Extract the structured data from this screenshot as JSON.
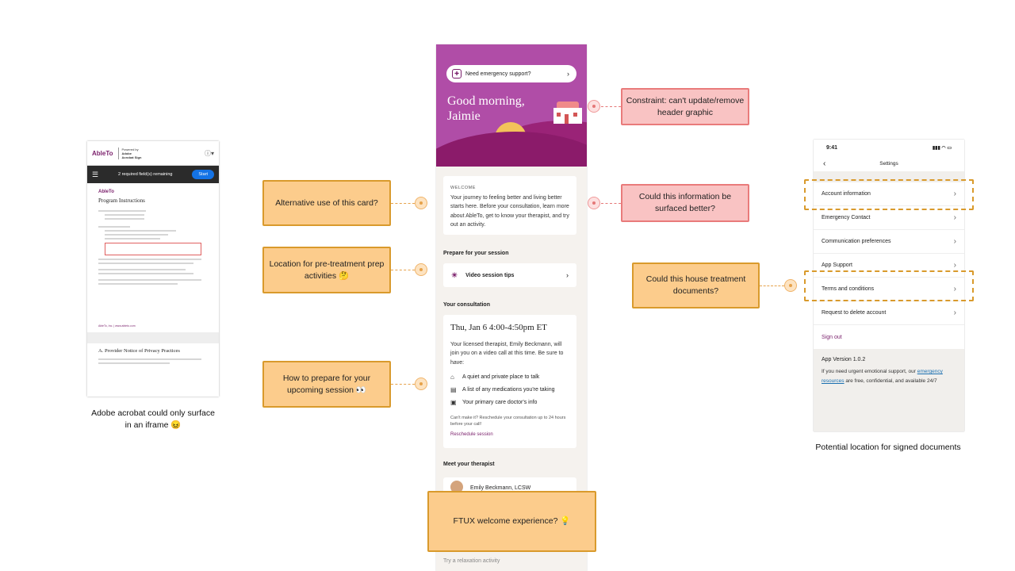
{
  "acrobat": {
    "logo": "AbleTo",
    "powered_by": "Powered by",
    "powered_name": "Adobe",
    "powered_product": "Acrobat Sign",
    "help_icon": "help-circle-icon",
    "menu_icon": "hamburger-icon",
    "required_fields": "2 required field(s) remaining",
    "start_label": "Start",
    "doc_logo": "AbleTo",
    "doc_title": "Program Instructions",
    "section_title": "A.   Provider Notice of Privacy Practices",
    "footer": "AbleTo, Inc.  |  www.ableto.com"
  },
  "caption_left": "Adobe acrobat could only surface in an iframe 😖",
  "phone": {
    "emergency": {
      "label": "Need emergency support?",
      "icon": "emergency-icon",
      "chevron": "›"
    },
    "greeting": "Good morning, Jaimie",
    "welcome": {
      "kicker": "WELCOME",
      "text": "Your journey to feeling better and living better starts here. Before your consultation, learn more about AbleTo, get to know your therapist, and try out an activity."
    },
    "prepare_title": "Prepare for your session",
    "video_tips": {
      "label": "Video session tips",
      "icon": "lightbulb-icon",
      "chevron": "›"
    },
    "consult_title": "Your consultation",
    "consult": {
      "when": "Thu, Jan 6 4:00-4:50pm ET",
      "desc": "Your licensed therapist, Emily Beckmann, will join you on a video call at this time. Be sure to have:",
      "items": [
        {
          "icon": "home-icon",
          "glyph": "⌂",
          "label": "A quiet and private place to talk"
        },
        {
          "icon": "clipboard-icon",
          "glyph": "▤",
          "label": "A list of any medications you're taking"
        },
        {
          "icon": "id-card-icon",
          "glyph": "▣",
          "label": "Your primary care doctor's info"
        }
      ],
      "cant_make": "Can't make it? Reschedule your consultation up to 24 hours before your call!",
      "reschedule": "Reschedule session"
    },
    "meet_title": "Meet your therapist",
    "therapist_name": "Emily Beckmann, LCSW",
    "relax": "Try a relaxation activity"
  },
  "settings": {
    "time": "9:41",
    "signal": "▮▮▮ ◠ ▭",
    "back": "‹",
    "title": "Settings",
    "rows": [
      {
        "label": "Account information",
        "chevron": "›"
      },
      {
        "label": "Emergency Contact",
        "chevron": "›"
      },
      {
        "label": "Communication preferences",
        "chevron": "›"
      },
      {
        "label": "App Support",
        "chevron": "›"
      },
      {
        "label": "Terms and conditions",
        "chevron": "›"
      },
      {
        "label": "Request to delete account",
        "chevron": "›"
      }
    ],
    "sign_out": "Sign out",
    "version": "App Version 1.0.2",
    "urgent_pre": "If you need urgent emotional support, our",
    "urgent_link": "emergency resources",
    "urgent_post": "are free, confidential, and available 24/7"
  },
  "caption_right": "Potential location for signed documents",
  "notes": {
    "constraint": "Constraint: can't update/remove header graphic",
    "surfaced": "Could this information be surfaced better?",
    "alt_use": "Alternative use of this card?",
    "pre_treatment": "Location for pre-treatment prep activities 🤔",
    "prepare": "How to prepare for your upcoming session 👀",
    "house_docs": "Could this house treatment documents?",
    "ftux": "FTUX welcome experience? 💡"
  },
  "colors": {
    "brand": "#7a1f6b",
    "note_yellow": "#fccc8c",
    "note_red": "#f9c3c3",
    "hero": "#b04da7"
  }
}
